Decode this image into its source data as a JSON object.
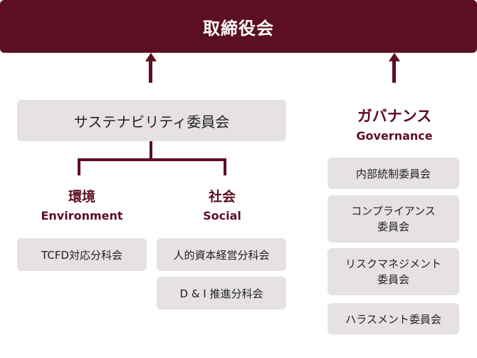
{
  "board": {
    "label": "取締役会"
  },
  "sustainability": {
    "label": "サステナビリティ委員会",
    "environment": {
      "jp": "環境",
      "en": "Environment",
      "items": [
        "TCFD対応分科会"
      ]
    },
    "social": {
      "jp": "社会",
      "en": "Social",
      "items": [
        "人的資本経営分科会",
        "D & I 推進分科会"
      ]
    }
  },
  "governance": {
    "jp": "ガバナンス",
    "en": "Governance",
    "items": [
      [
        "内部統制委員会"
      ],
      [
        "コンプライアンス",
        "委員会"
      ],
      [
        "リスクマネジメント",
        "委員会"
      ],
      [
        "ハラスメント委員会"
      ]
    ]
  },
  "colors": {
    "accent": "#5c0f22",
    "box": "#e6e2e2"
  }
}
